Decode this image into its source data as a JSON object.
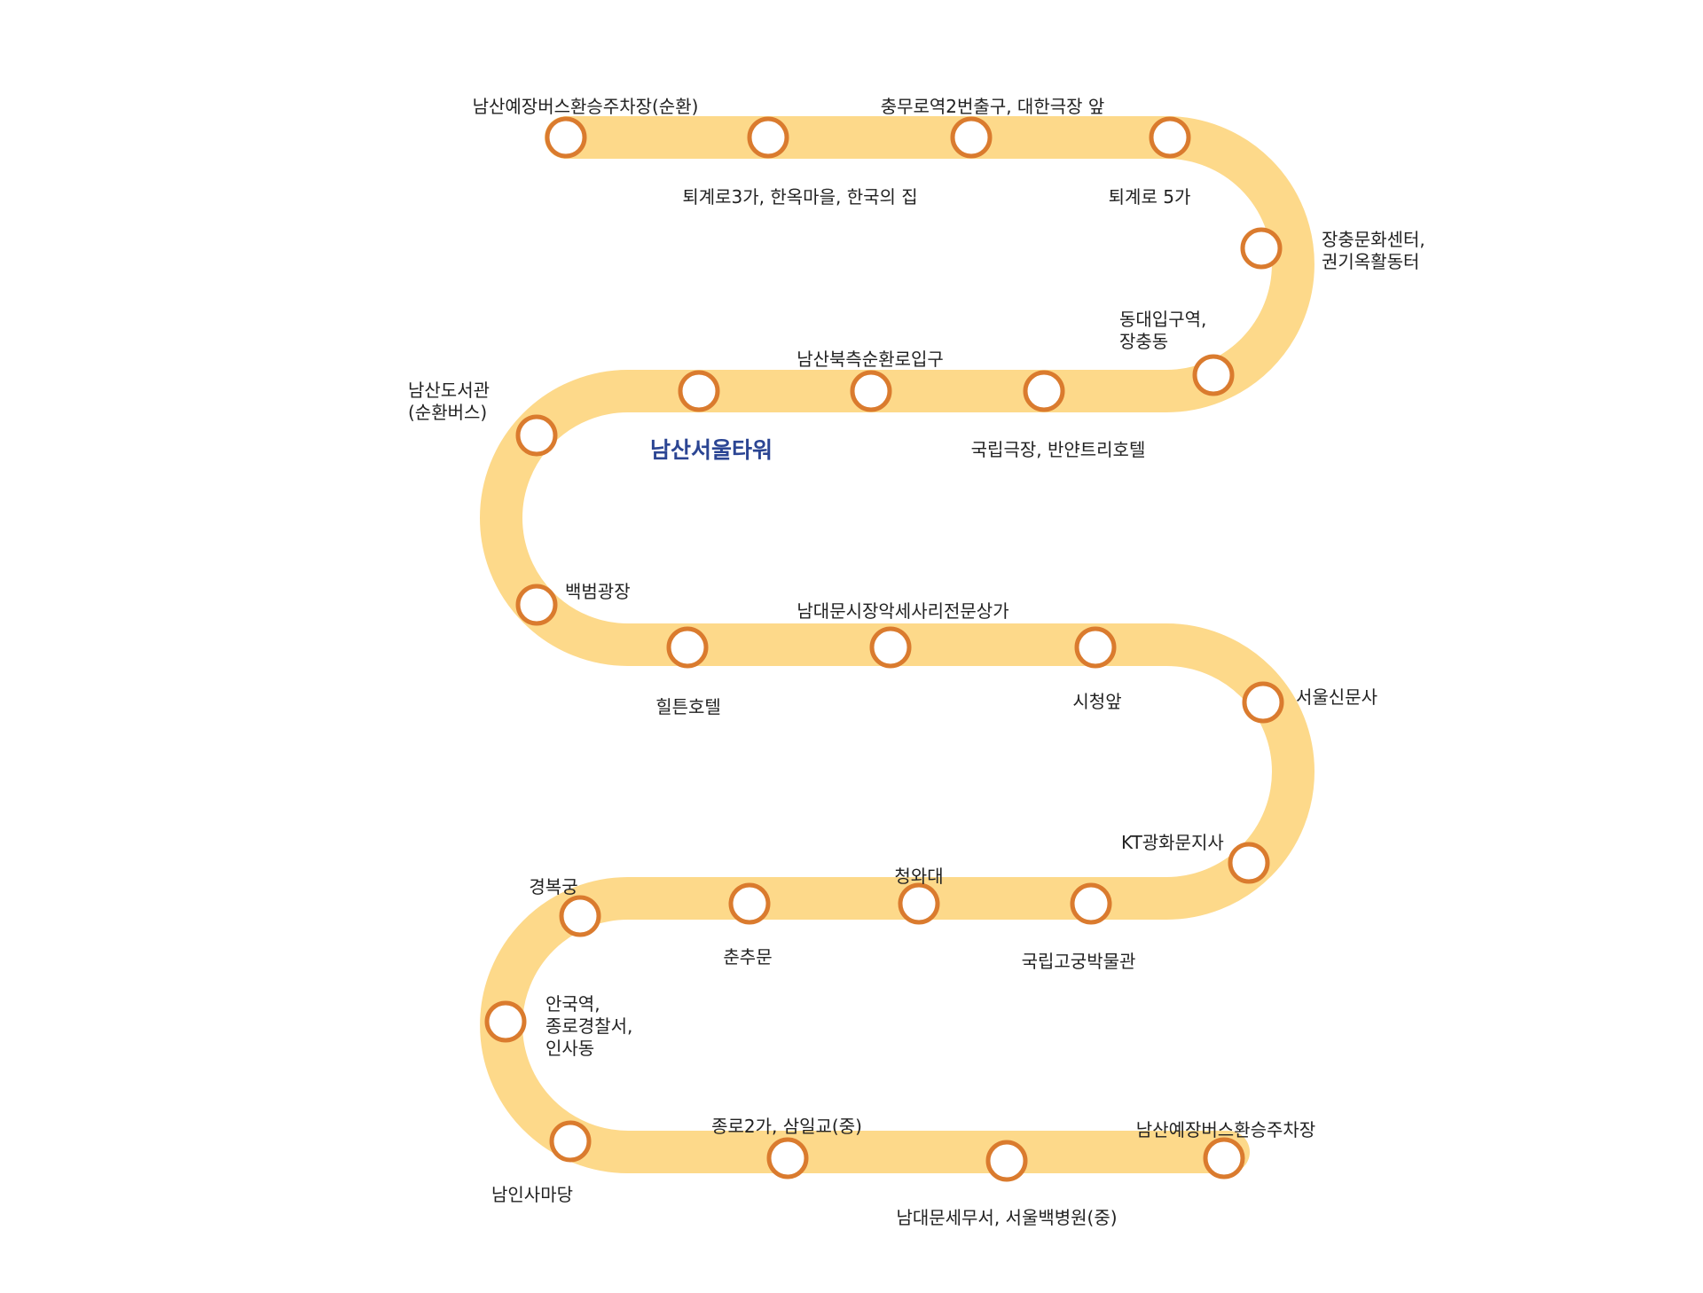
{
  "colors": {
    "route": "#FDD98A",
    "stop_stroke": "#DA7B2E",
    "stop_fill": "#FFFFFF",
    "label": "#222222",
    "highlight": "#2B4593"
  },
  "stops": [
    {
      "lines": [
        "남산예장버스환승주차장(순환)"
      ]
    },
    {
      "lines": [
        "퇴계로3가, 한옥마을, 한국의 집"
      ]
    },
    {
      "lines": [
        "충무로역2번출구, 대한극장 앞"
      ]
    },
    {
      "lines": [
        "퇴계로 5가"
      ]
    },
    {
      "lines": [
        "장충문화센터,",
        "권기옥활동터"
      ]
    },
    {
      "lines": [
        "동대입구역,",
        "장충동"
      ]
    },
    {
      "lines": [
        "국립극장, 반얀트리호텔"
      ]
    },
    {
      "lines": [
        "남산북측순환로입구"
      ]
    },
    {
      "lines": [
        "남산서울타워"
      ],
      "highlight": true
    },
    {
      "lines": [
        "남산도서관",
        "(순환버스)"
      ]
    },
    {
      "lines": [
        "백범광장"
      ]
    },
    {
      "lines": [
        "힐튼호텔"
      ]
    },
    {
      "lines": [
        "남대문시장악세사리전문상가"
      ]
    },
    {
      "lines": [
        "시청앞"
      ]
    },
    {
      "lines": [
        "서울신문사"
      ]
    },
    {
      "lines": [
        "KT광화문지사"
      ]
    },
    {
      "lines": [
        "국립고궁박물관"
      ]
    },
    {
      "lines": [
        "청와대"
      ]
    },
    {
      "lines": [
        "춘추문"
      ]
    },
    {
      "lines": [
        "경복궁"
      ]
    },
    {
      "lines": [
        "안국역,",
        "종로경찰서,",
        "인사동"
      ]
    },
    {
      "lines": [
        "남인사마당"
      ]
    },
    {
      "lines": [
        "종로2가, 삼일교(중)"
      ]
    },
    {
      "lines": [
        "남대문세무서, 서울백병원(중)"
      ]
    },
    {
      "lines": [
        "남산예장버스환승주차장"
      ]
    }
  ]
}
